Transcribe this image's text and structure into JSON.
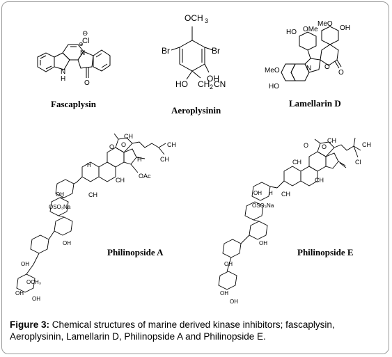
{
  "figure": {
    "compounds": [
      {
        "name": "Fascaplysin"
      },
      {
        "name": "Aeroplysinin"
      },
      {
        "name": "Lamellarin D"
      },
      {
        "name": "Philinopside  A"
      },
      {
        "name": "Philinopside  E"
      }
    ],
    "atom_labels": {
      "fascaplysin": {
        "cl": "Cl",
        "n_plus": "N",
        "nh": "N",
        "h": "H",
        "o": "O",
        "minus": "⊖",
        "plus": "⊕"
      },
      "aeroplysinin": {
        "och3": "OCH",
        "sub3": "3",
        "br_left": "Br",
        "br_right": "Br",
        "oh_right": "OH",
        "ho_left": "HO",
        "ch2cn": "CH",
        "sub2": "2",
        "cn": "CN"
      },
      "lamellarin": {
        "ho_top": "HO",
        "ome_top": "OMe",
        "meo_top": "MeO",
        "oh_top": "OH",
        "meo_left": "MeO",
        "ho_left": "HO",
        "n": "N",
        "o_ring": "O",
        "o_keto": "O"
      },
      "phil_a": {
        "ch3_top": "CH",
        "ch3_tail_a": "CH",
        "ch3_tail_b": "CH",
        "h3c": "H",
        "h_ring": "H",
        "oac": "OAc",
        "ch3_mid": "CH",
        "o_lac": "O",
        "o_keto": "O",
        "ch3_gem": "CH"
      },
      "phil_e": {
        "ch3_top": "CH",
        "ch2_tail": "CH",
        "cl": "Cl",
        "ch3_side": "CH",
        "h3c": "H",
        "ch3_mid": "CH",
        "o_lac": "O",
        "o_keto": "O",
        "ch3_gem": "CH"
      }
    },
    "caption_label": "Figure 3:",
    "caption_text": " Chemical structures of marine derived kinase inhibitors; fascaplysin, Aeroplysinin, Lamellarin D, Philinopside A  and Philinopside E."
  }
}
